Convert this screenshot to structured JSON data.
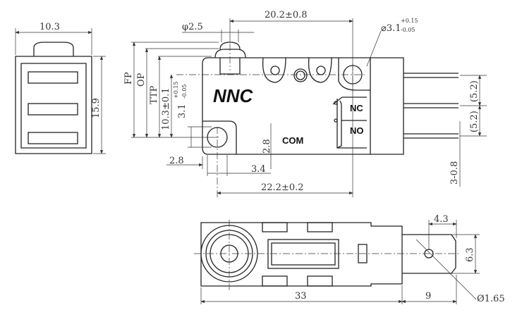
{
  "side_view": {
    "width": "10.3",
    "height": "15.9"
  },
  "front_view": {
    "brand": "NNC",
    "terminals": {
      "nc": "NC",
      "no": "NO",
      "com": "COM"
    },
    "plunger_dia": "φ2.5",
    "pitch": "20.2±0.8",
    "hole_dia": "⌀3.1",
    "hole_tol_plus": "+0.15",
    "hole_tol_minus": "-0.05",
    "fp": "FP",
    "op": "OP",
    "ttp": "TTP",
    "hole_height": "10.3±0.1",
    "hole2": "3.1",
    "hole2_tol_plus": "+0.15",
    "hole2_tol_minus": "-0.05",
    "dim_2_8_v": "2.8",
    "dim_2_8_h": "2.8",
    "dim_3_4": "3.4",
    "hole_span": "22.2±0.2",
    "term_pitch1": "(5.2)",
    "term_pitch2": "(5.2)",
    "term_thk": "3-0.8"
  },
  "bottom_view": {
    "length": "33",
    "term_len": "9",
    "hole_pos": "4.3",
    "term_width": "6.3",
    "term_hole": "Ø1.65"
  }
}
